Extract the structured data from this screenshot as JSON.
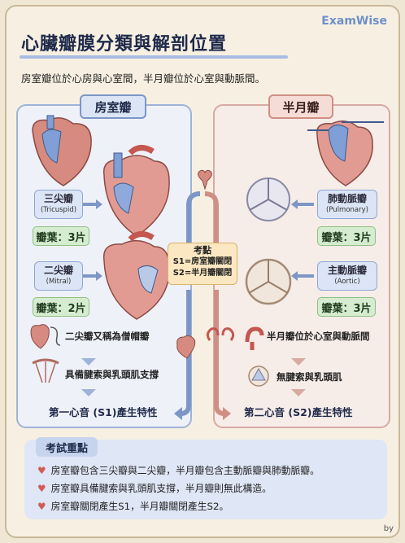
{
  "brand": "ExamWise",
  "title": "心臟瓣膜分類與解剖位置",
  "intro": "房室瓣位於心房與心室間，半月瓣位於心室與動脈間。",
  "left": {
    "header": "房室瓣",
    "valve1": {
      "zh": "三尖瓣",
      "en": "(Tricuspid)",
      "leaflets": "瓣葉：3片"
    },
    "valve2": {
      "zh": "二尖瓣",
      "en": "(Mitral)",
      "leaflets": "瓣葉：2片"
    },
    "note1": "二尖瓣又稱為僧帽瓣",
    "note2": "具備腱索與乳頭肌支撐",
    "sound": "第一心音 (S1)產生特性"
  },
  "right": {
    "header": "半月瓣",
    "valve1": {
      "zh": "肺動脈瓣",
      "en": "(Pulmonary)",
      "leaflets": "瓣葉：3片"
    },
    "valve2": {
      "zh": "主動脈瓣",
      "en": "(Aortic)",
      "leaflets": "瓣葉：3片"
    },
    "note1": "半月瓣位於心室與動脈間",
    "note2": "無腱索與乳頭肌",
    "sound": "第二心音 (S2)產生特性"
  },
  "key": {
    "heading": "考點",
    "line1": "S1=房室瓣關閉",
    "line2": "S2=半月瓣關閉"
  },
  "exam": {
    "heading": "考試重點",
    "items": [
      "房室瓣包含三尖瓣與二尖瓣，半月瓣包含主動脈瓣與肺動脈瓣。",
      "房室瓣具備腱索與乳頭肌支撐，半月瓣則無此構造。",
      "房室瓣關閉產生S1，半月瓣關閉產生S2。"
    ]
  },
  "byline": "by",
  "colors": {
    "blue": "#7d96c6",
    "red": "#cf8f84",
    "accent": "#6f8fc9"
  }
}
